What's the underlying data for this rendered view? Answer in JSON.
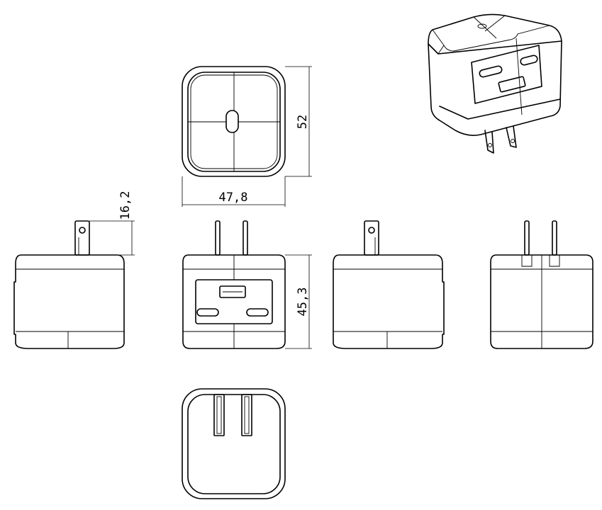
{
  "dimensions": {
    "height_top": "52",
    "width_top": "47,8",
    "prong_height": "16,2",
    "body_height": "45,3"
  }
}
